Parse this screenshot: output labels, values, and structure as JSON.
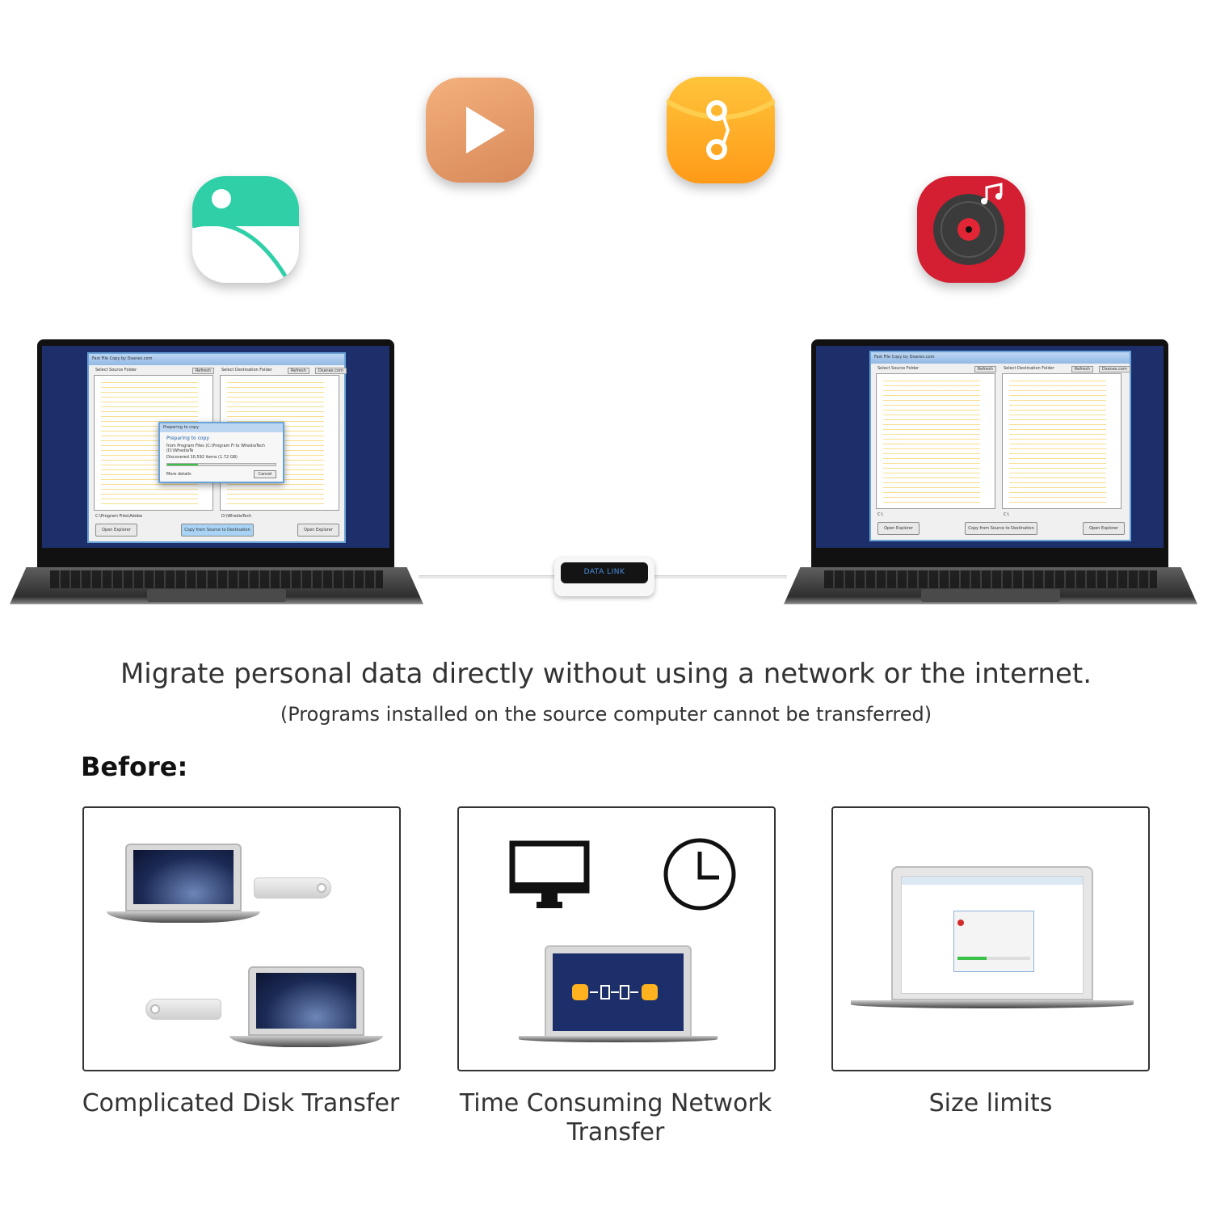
{
  "headline": "Migrate personal data directly without using a network or the internet.",
  "subline": "(Programs installed on the source computer cannot be transferred)",
  "before_heading": "Before:",
  "cable": {
    "label": "DATA LINK"
  },
  "left_window": {
    "title": "Fast File Copy by Dsanex.com",
    "source_label": "Select Source Folder",
    "dest_label": "Select Destination Folder",
    "refresh": "Refresh",
    "site": "Dsanex.com",
    "source_path": "C:\\Program Files\\Adobe",
    "dest_path": "D:\\WhediaTech",
    "open_explorer": "Open Explorer",
    "copy_button": "Copy from Source to Destination",
    "dialog": {
      "title": "Preparing to copy",
      "heading": "Preparing to copy",
      "line1": "from Program Files (C:\\Program Fi to WhediaTech (D:\\WhediaTe",
      "line2": "Discovered 10,592 items (1.72 GB)",
      "more": "More details",
      "cancel": "Cancel"
    }
  },
  "right_window": {
    "title": "Fast File Copy by Dsanex.com",
    "source_label": "Select Source Folder",
    "dest_label": "Select Destination Folder",
    "refresh": "Refresh",
    "site": "Dsanex.com",
    "source_path": "C:\\",
    "dest_path": "C:\\",
    "open_explorer": "Open Explorer",
    "copy_button": "Copy from Source to Destination"
  },
  "cards": [
    {
      "caption": "Complicated Disk Transfer"
    },
    {
      "caption": "Time Consuming Network Transfer"
    },
    {
      "caption": "Size limits"
    }
  ],
  "icons": {
    "photos": "photos-app-icon",
    "video": "video-play-icon",
    "files": "file-folder-icon",
    "music": "music-disc-icon"
  },
  "colors": {
    "photos_accent": "#2fcfa8",
    "video_bg": "#e79d6c",
    "files_bg": "#ffad22",
    "music_bg": "#d41f33",
    "screen_bg": "#1c2f6a"
  }
}
